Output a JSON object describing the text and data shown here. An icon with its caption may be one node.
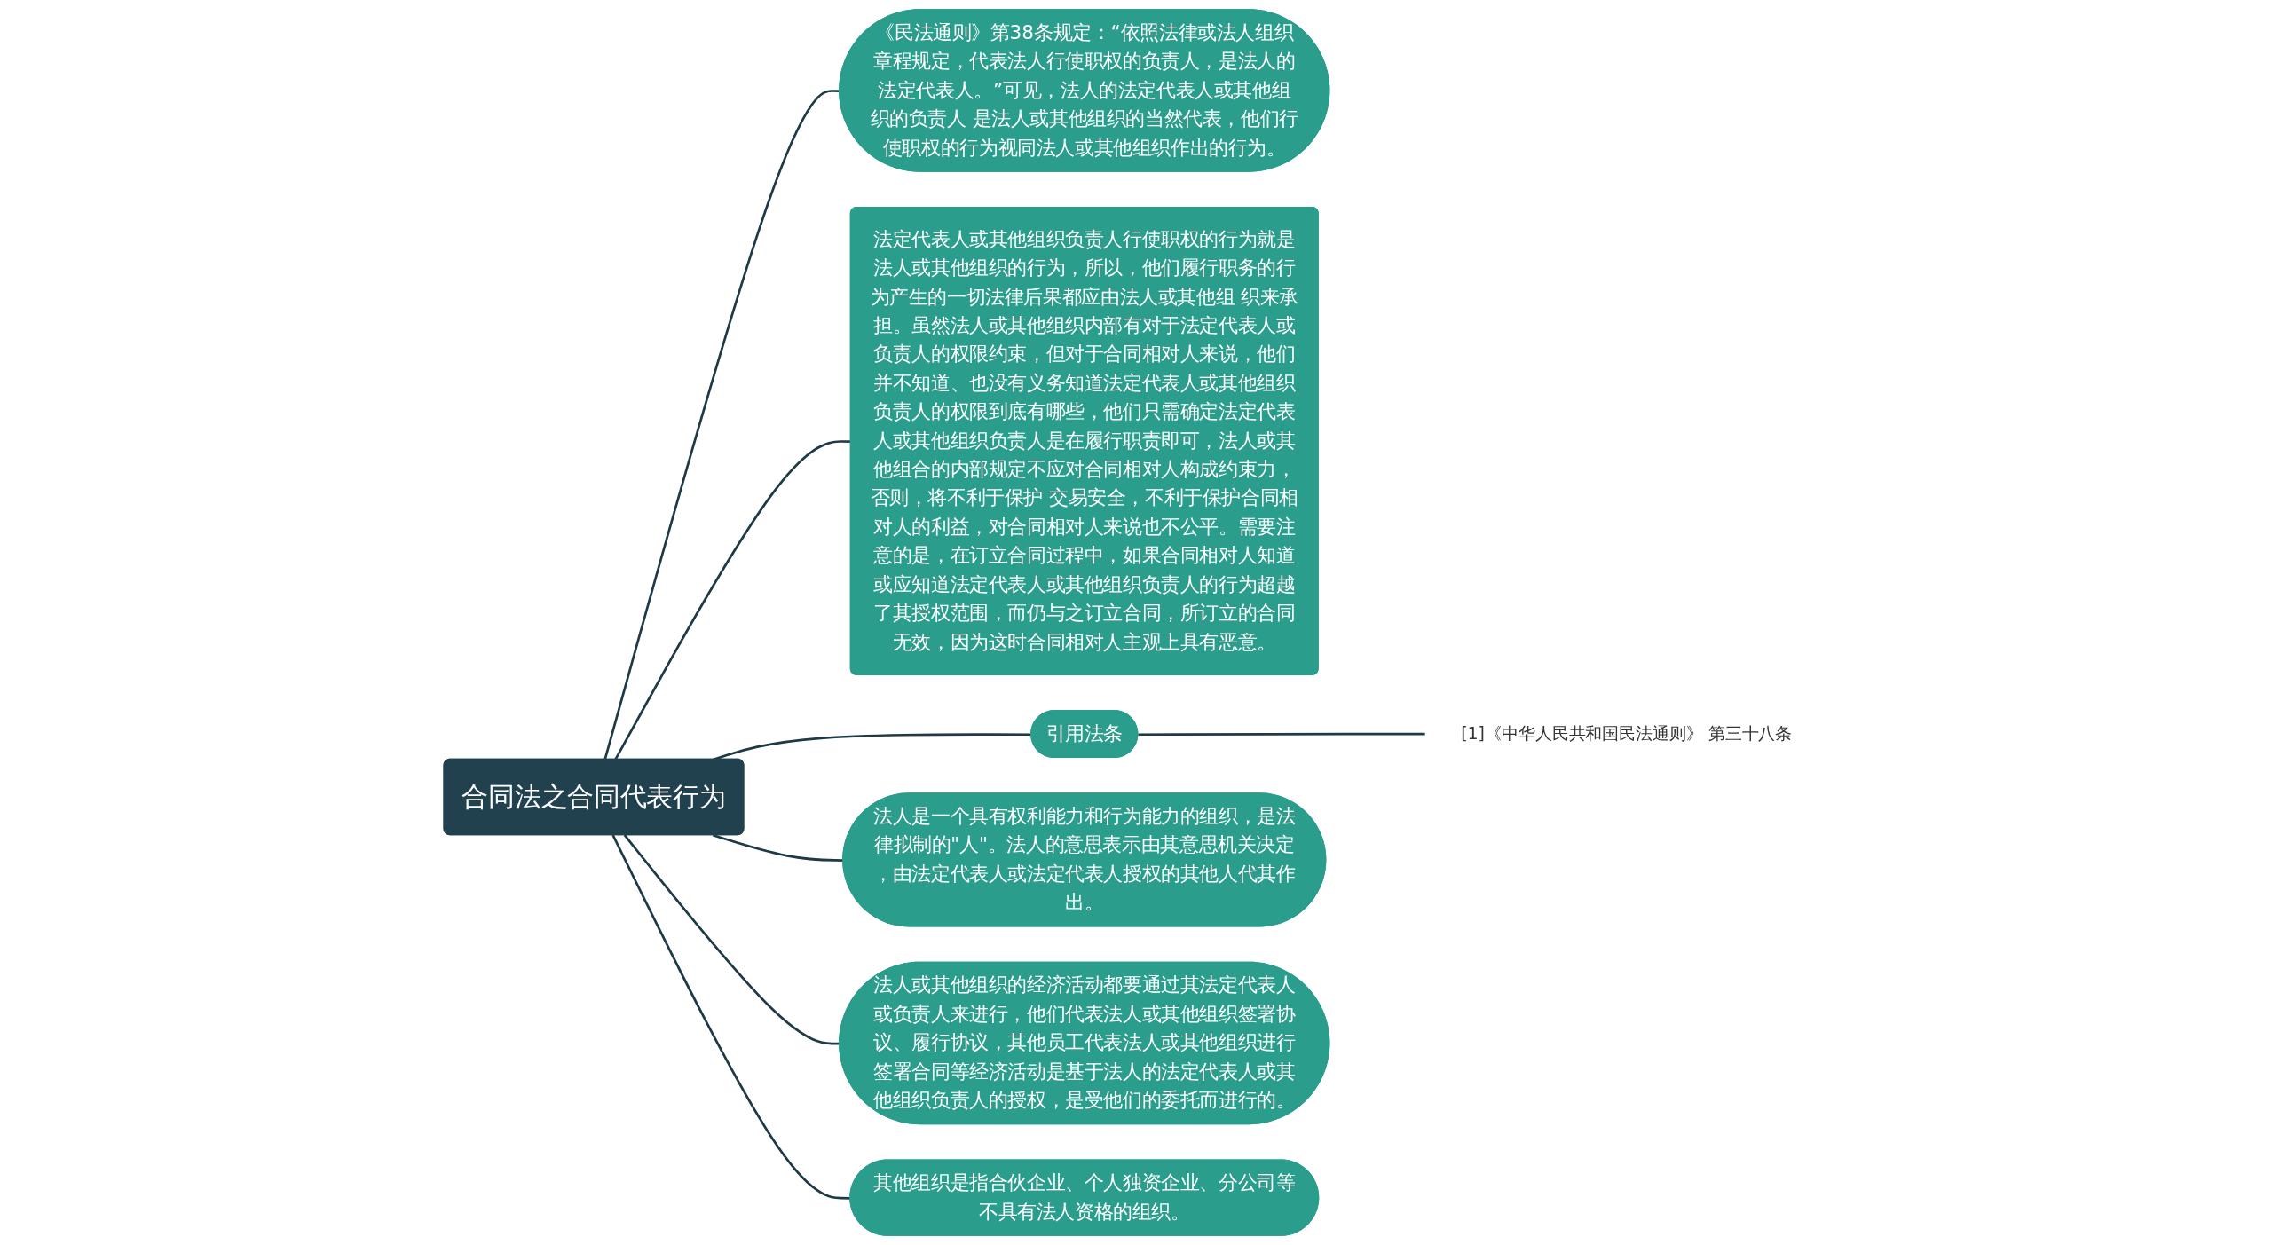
{
  "diagram": {
    "nodes": [
      {
        "text": [
          "合同法之合同代表行为"
        ]
      },
      {
        "text": [
          "《民法通则》第38条规定：“依照法律或法人组织章程规定，代表法人行使职权的负责人，是法人的法定代表人。”可见，法人的法定代表人或其他组织的负责人 是法人或其他组织的当然代表，他们行使职权的行为视同法人或其他组织作出的行为。"
        ]
      },
      {
        "text": [
          "法定代表人或其他组织负责人行使职权的行为就是法人或其他组织的行为，所以，他们履行职务的行为产生的一切法律后果都应由法人或其他组 织来承担。虽然法人或其他组织内部有对于法定代表人或负责人的权限约束，但对于合同相对人来说，他们并不知道、也没有义务知道法定代表人或其他组织负责人的权限到底有哪些，他们只需确定法定代表人或其他组织负责人是在履行职责即可，法人或其他组合的内部规定不应对合同相对人构成约束力，否则，将不利于保护 交易安全，不利于保护合同相对人的利益，对合同相对人来说也不公平。需要注意的是，在订立合同过程中，如果合同相对人知道或应知道法定代表人或其他组织负责人的行为超越了其授权范围，而仍与之订立合同，所订立的合同无效，因为这时合同相对人主观上具有恶意。"
        ]
      },
      {
        "text": [
          "引用法条"
        ]
      },
      {
        "text": [
          "[1]《中华人民共和国民法通则》 第三十八条"
        ]
      },
      {
        "text": [
          "法人是一个具有权利能力和行为能力的组织，是法律拟制的\"人\"。法人的意思表示由其意思机关决定，由法定代表人或法定代表人授权的其他人代其作出。"
        ]
      },
      {
        "text": [
          "法人或其他组织的经济活动都要通过其法定代表人或负责人来进行，他们代表法人或其他组织签署协议、履行协议，其他员工代表法人或其他组织进行签署合同等经济活动是基于法人的法定代表人或其他组织负责人的授权，是受他们的委托而进行的。"
        ]
      },
      {
        "text": [
          "其他组织是指合伙企业、个人独资企业、分公司等不具有法人资格的组织。"
        ]
      }
    ],
    "edges": [
      {
        "from": 0,
        "to": 1,
        "arrow": "none"
      },
      {
        "from": 0,
        "to": 2,
        "arrow": "none"
      },
      {
        "from": 0,
        "to": 3,
        "arrow": "none"
      },
      {
        "from": 3,
        "to": 4,
        "arrow": "none"
      },
      {
        "from": 0,
        "to": 5,
        "arrow": "none"
      },
      {
        "from": 0,
        "to": 6,
        "arrow": "none"
      },
      {
        "from": 0,
        "to": 7,
        "arrow": "none"
      }
    ]
  }
}
